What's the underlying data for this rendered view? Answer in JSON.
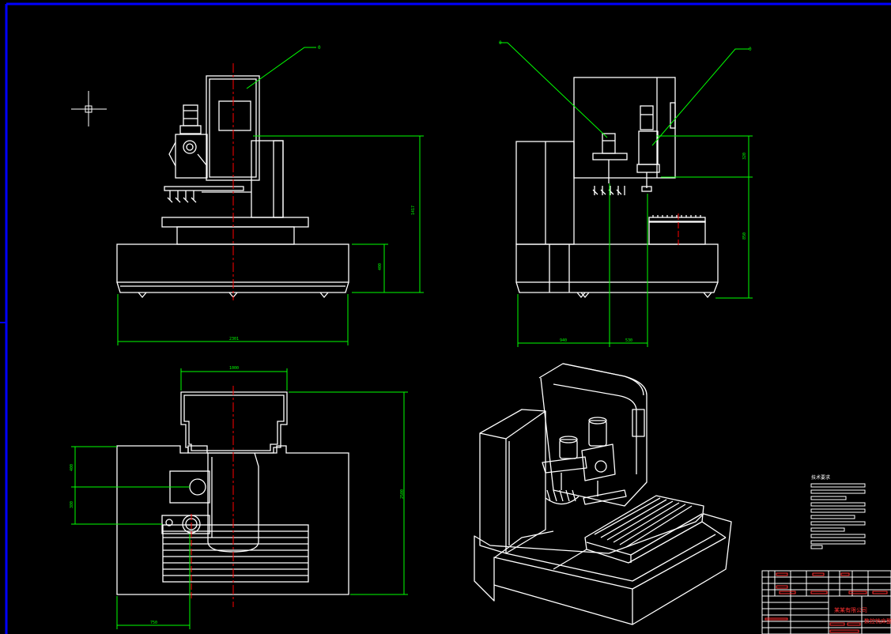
{
  "colors": {
    "background": "#000000",
    "frame": "#0000ff",
    "outline": "#ffffff",
    "dimension": "#00ff00",
    "centerline": "#ff0000",
    "title_block_text": "#ff3030"
  },
  "front_view": {
    "dims": {
      "overall_width": "2301",
      "overall_height": "1417",
      "base_height": "400"
    },
    "leader_mark": "0"
  },
  "side_view": {
    "dims": {
      "upper_height": "320",
      "lower_height": "850",
      "depth_left": "940",
      "depth_right": "530"
    },
    "leader_marks": [
      "0",
      "0"
    ]
  },
  "top_view": {
    "dims": {
      "top_width": "1000",
      "overall_depth": "2500",
      "offset_a": "400",
      "offset_b": "380",
      "left_offset": "750"
    }
  },
  "tech_requirements": {
    "title": "技术要求"
  },
  "title_block": {
    "company": "某某有限公司",
    "drawing_name": "数控铣床整机图"
  }
}
